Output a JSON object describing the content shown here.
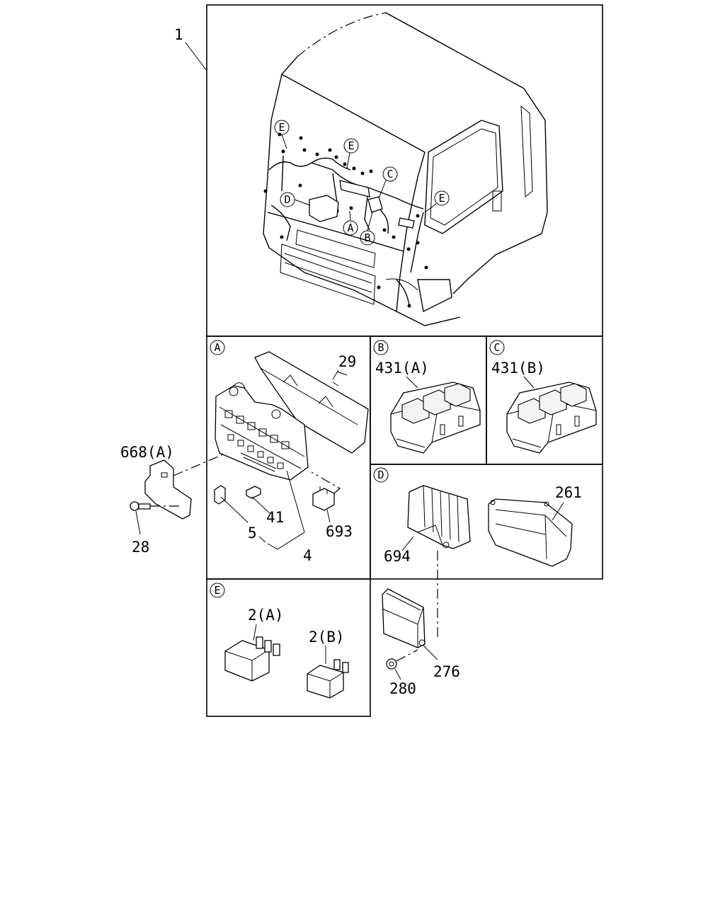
{
  "callouts": {
    "main": "1",
    "a29": "29",
    "a668": "668(A)",
    "a28": "28",
    "a5": "5",
    "a41": "41",
    "a4": "4",
    "a693": "693",
    "b431": "431(A)",
    "c431": "431(B)",
    "d694": "694",
    "d261": "261",
    "d276": "276",
    "d280": "280",
    "e2a": "2(A)",
    "e2b": "2(B)"
  },
  "markers": {
    "A": "A",
    "B": "B",
    "C": "C",
    "D": "D",
    "E": "E"
  }
}
